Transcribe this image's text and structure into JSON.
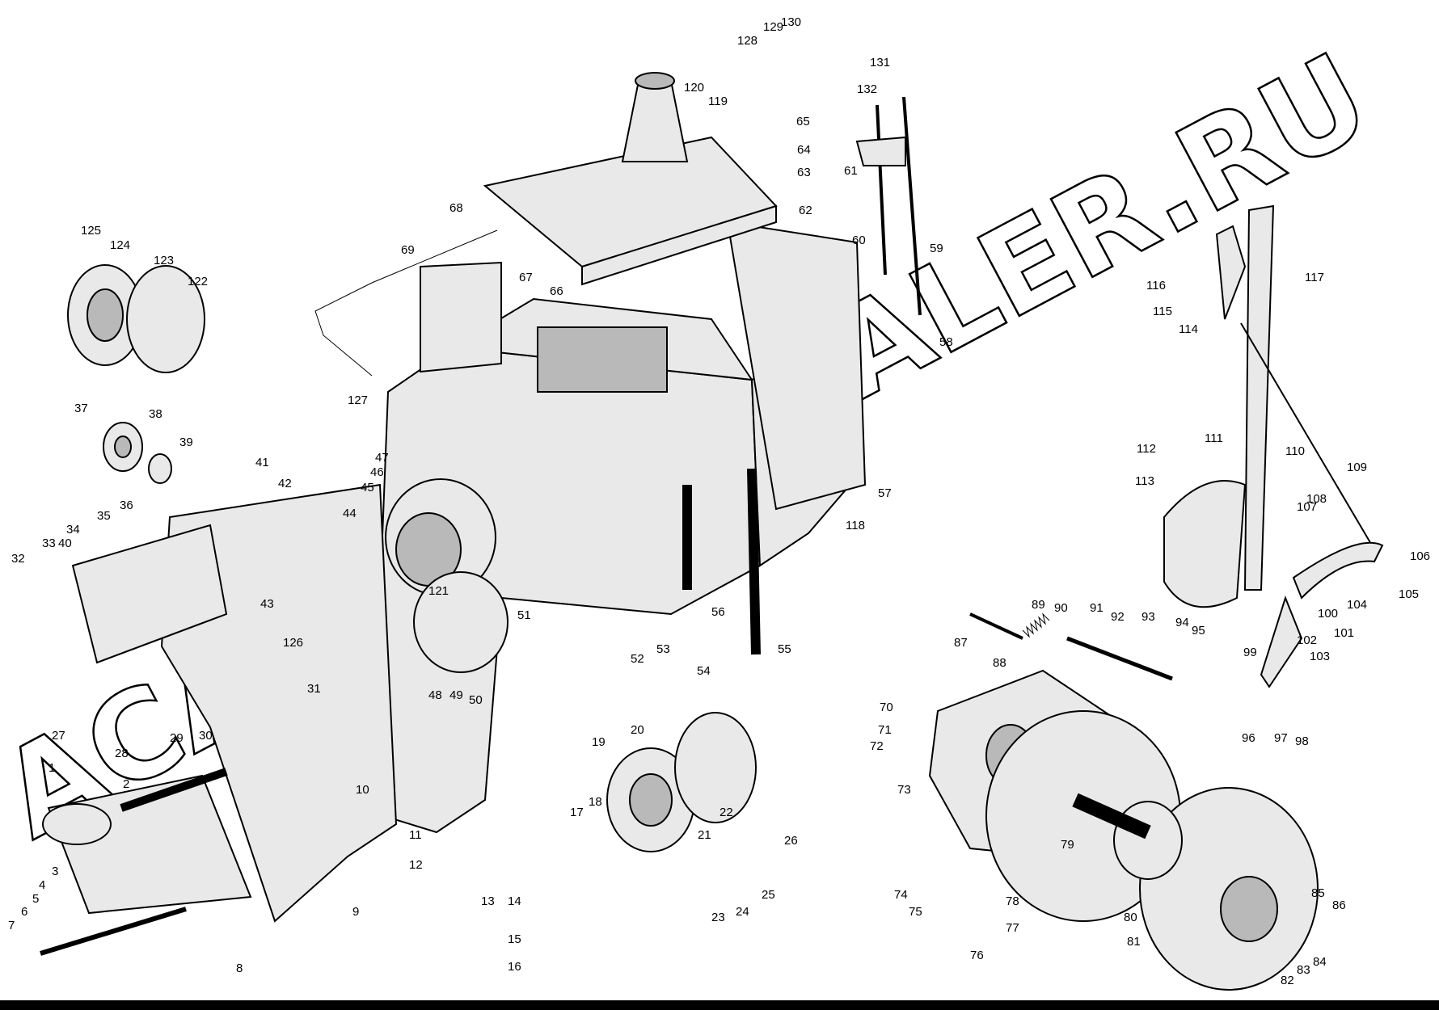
{
  "watermark": {
    "text": "ACAT.AUTODEALER.RU"
  },
  "diagram": {
    "labels": [
      "1",
      "2",
      "3",
      "4",
      "5",
      "6",
      "7",
      "8",
      "9",
      "10",
      "11",
      "12",
      "13",
      "14",
      "15",
      "16",
      "17",
      "18",
      "19",
      "20",
      "21",
      "22",
      "23",
      "24",
      "25",
      "26",
      "27",
      "28",
      "29",
      "30",
      "31",
      "32",
      "33",
      "34",
      "35",
      "36",
      "37",
      "38",
      "39",
      "40",
      "41",
      "42",
      "43",
      "44",
      "45",
      "46",
      "47",
      "48",
      "49",
      "50",
      "51",
      "52",
      "53",
      "54",
      "55",
      "56",
      "57",
      "58",
      "59",
      "60",
      "61",
      "62",
      "63",
      "64",
      "65",
      "66",
      "67",
      "68",
      "69",
      "70",
      "71",
      "72",
      "73",
      "74",
      "75",
      "76",
      "77",
      "78",
      "79",
      "80",
      "81",
      "82",
      "83",
      "84",
      "85",
      "86",
      "87",
      "88",
      "89",
      "90",
      "91",
      "92",
      "93",
      "94",
      "95",
      "96",
      "97",
      "98",
      "99",
      "100",
      "101",
      "102",
      "103",
      "104",
      "105",
      "106",
      "107",
      "108",
      "109",
      "110",
      "111",
      "112",
      "113",
      "114",
      "115",
      "116",
      "117",
      "118",
      "119",
      "120",
      "121",
      "122",
      "123",
      "124",
      "125",
      "126",
      "127",
      "128",
      "129",
      "130",
      "131",
      "132"
    ]
  }
}
